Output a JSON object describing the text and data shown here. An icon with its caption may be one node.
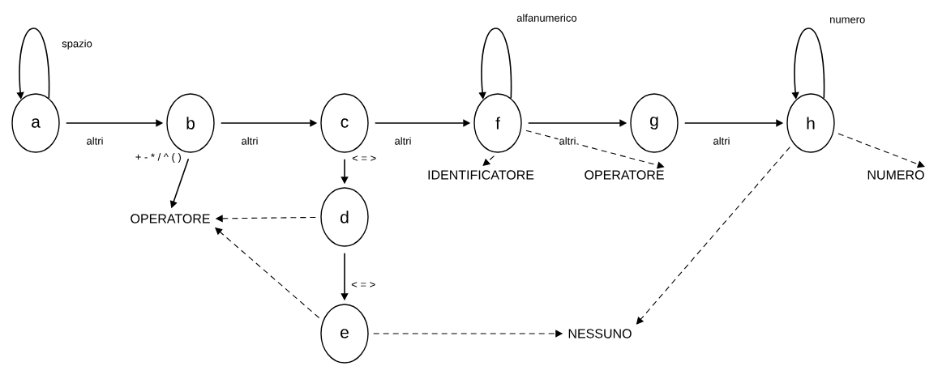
{
  "diagram": {
    "nodes": [
      {
        "text": [
          "a"
        ]
      },
      {
        "text": [
          "b"
        ]
      },
      {
        "text": [
          "c"
        ]
      },
      {
        "text": [
          "f"
        ]
      },
      {
        "text": [
          "g"
        ]
      },
      {
        "text": [
          "h"
        ]
      },
      {
        "text": [
          "d"
        ]
      },
      {
        "text": [
          "e"
        ]
      },
      {
        "text": [
          "OPERATORE"
        ]
      },
      {
        "text": [
          "IDENTIFICATORE"
        ]
      },
      {
        "text": [
          "OPERATORE"
        ]
      },
      {
        "text": [
          "NUMERO"
        ]
      },
      {
        "text": [
          "NESSUNO"
        ]
      }
    ],
    "edges": [
      {
        "from": 0,
        "to": 0,
        "arrow": "to",
        "label": "spazio"
      },
      {
        "from": 0,
        "to": 1,
        "arrow": "to",
        "label": "altri"
      },
      {
        "from": 1,
        "to": 2,
        "arrow": "to",
        "label": "altri"
      },
      {
        "from": 2,
        "to": 3,
        "arrow": "to",
        "label": "altri"
      },
      {
        "from": 3,
        "to": 3,
        "arrow": "to",
        "label": "alfanumerico"
      },
      {
        "from": 3,
        "to": 4,
        "arrow": "to",
        "label": "altri"
      },
      {
        "from": 4,
        "to": 5,
        "arrow": "to",
        "label": "altri"
      },
      {
        "from": 5,
        "to": 5,
        "arrow": "to",
        "label": "numero"
      },
      {
        "from": 1,
        "to": 8,
        "arrow": "to",
        "label": "+ - * / ^ ( )"
      },
      {
        "from": 2,
        "to": 6,
        "arrow": "to",
        "label": "< = >"
      },
      {
        "from": 6,
        "to": 8,
        "arrow": "to",
        "style": "dashed"
      },
      {
        "from": 6,
        "to": 7,
        "arrow": "to",
        "label": "< = >"
      },
      {
        "from": 7,
        "to": 8,
        "arrow": "to",
        "style": "dashed"
      },
      {
        "from": 7,
        "to": 12,
        "arrow": "to",
        "style": "dashed"
      },
      {
        "from": 3,
        "to": 9,
        "arrow": "to",
        "style": "dashed"
      },
      {
        "from": 3,
        "to": 10,
        "arrow": "to",
        "style": "dashed"
      },
      {
        "from": 5,
        "to": 11,
        "arrow": "to",
        "style": "dashed"
      },
      {
        "from": 5,
        "to": 12,
        "arrow": "to",
        "style": "dashed"
      }
    ]
  }
}
